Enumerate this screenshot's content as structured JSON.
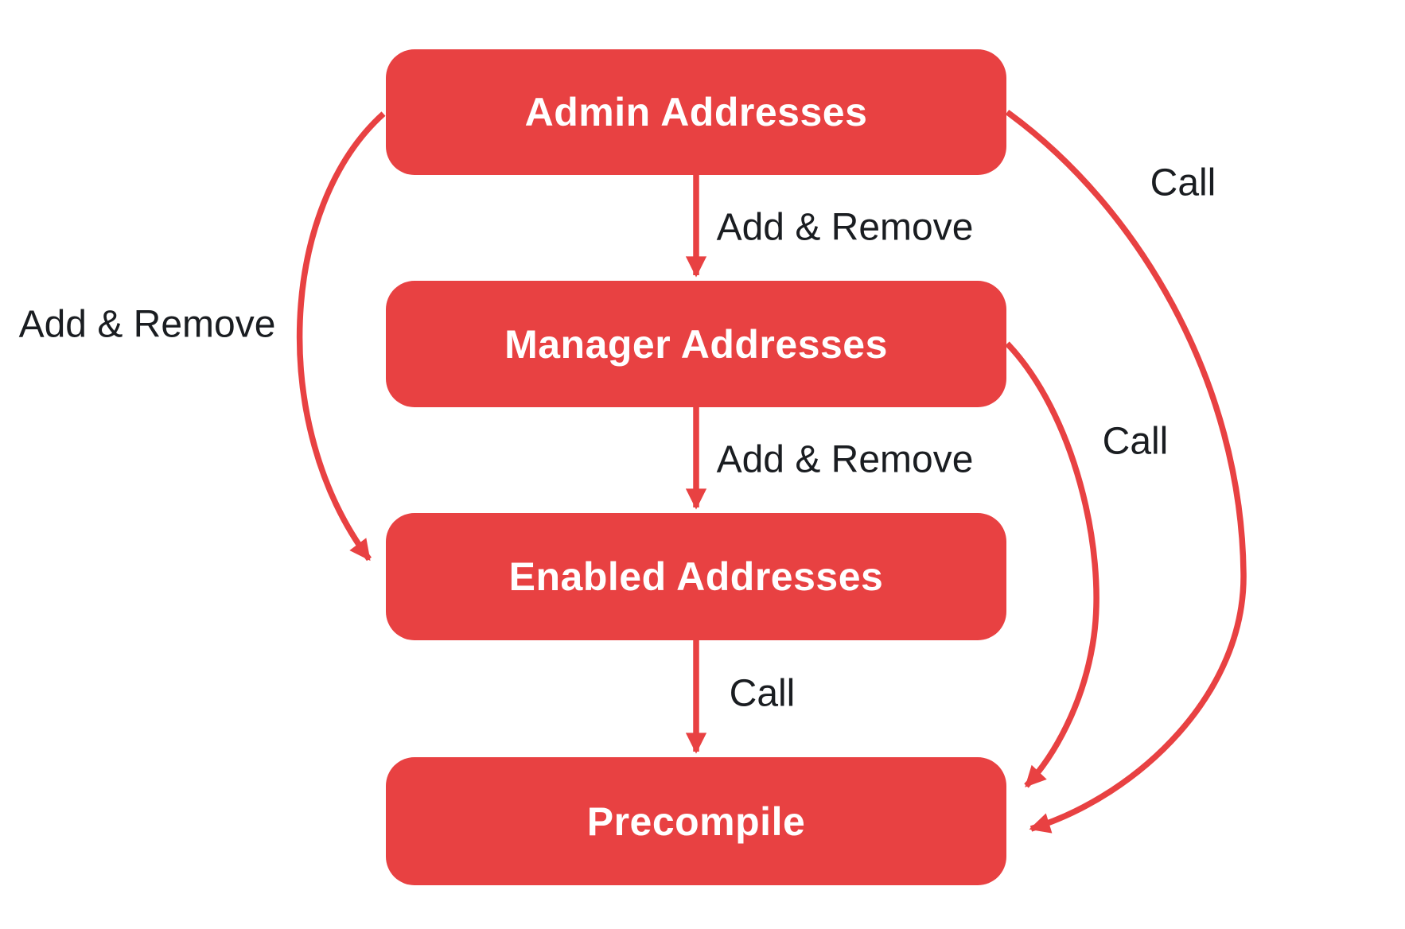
{
  "diagram": {
    "type": "flowchart",
    "direction": "top-down",
    "colors": {
      "node_fill": "#E84142",
      "node_text": "#ffffff",
      "edge_stroke": "#E84142",
      "edge_label_text": "#1a1d21",
      "background": "#ffffff"
    },
    "nodes": [
      {
        "id": "admin",
        "label": "Admin Addresses"
      },
      {
        "id": "manager",
        "label": "Manager Addresses"
      },
      {
        "id": "enabled",
        "label": "Enabled Addresses"
      },
      {
        "id": "precompile",
        "label": "Precompile"
      }
    ],
    "edges": [
      {
        "from": "admin",
        "to": "manager",
        "label": "Add & Remove",
        "shape": "straight-down"
      },
      {
        "from": "manager",
        "to": "enabled",
        "label": "Add & Remove",
        "shape": "straight-down"
      },
      {
        "from": "admin",
        "to": "enabled",
        "label": "Add & Remove",
        "shape": "curve-left"
      },
      {
        "from": "enabled",
        "to": "precompile",
        "label": "Call",
        "shape": "straight-down"
      },
      {
        "from": "manager",
        "to": "precompile",
        "label": "Call",
        "shape": "curve-right-inner"
      },
      {
        "from": "admin",
        "to": "precompile",
        "label": "Call",
        "shape": "curve-right-outer"
      }
    ]
  }
}
